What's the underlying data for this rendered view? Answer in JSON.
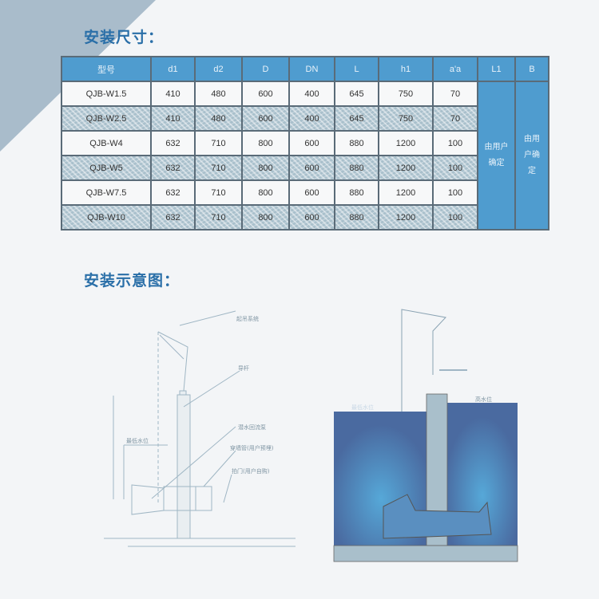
{
  "section1_title": "安装尺寸：",
  "section2_title": "安装示意图：",
  "table": {
    "headers": [
      "型号",
      "d1",
      "d2",
      "D",
      "DN",
      "L",
      "h1",
      "a'a",
      "L1",
      "B"
    ],
    "rows": [
      [
        "QJB-W1.5",
        "410",
        "480",
        "600",
        "400",
        "645",
        "750",
        "70"
      ],
      [
        "QJB-W2.5",
        "410",
        "480",
        "600",
        "400",
        "645",
        "750",
        "70"
      ],
      [
        "QJB-W4",
        "632",
        "710",
        "800",
        "600",
        "880",
        "1200",
        "100"
      ],
      [
        "QJB-W5",
        "632",
        "710",
        "800",
        "600",
        "880",
        "1200",
        "100"
      ],
      [
        "QJB-W7.5",
        "632",
        "710",
        "800",
        "600",
        "880",
        "1200",
        "100"
      ],
      [
        "QJB-W10",
        "632",
        "710",
        "800",
        "600",
        "880",
        "1200",
        "100"
      ]
    ],
    "merged_l1": "由用户确定",
    "merged_b": "由用户确定"
  },
  "diagram_left": {
    "labels": [
      "起吊系统",
      "导杆",
      "潜水回流泵",
      "穿墙管(用户预埋)",
      "拍门(用户自购)",
      "最低水位"
    ]
  },
  "diagram_right": {
    "labels": [
      "最低水位",
      "高水位"
    ]
  },
  "colors": {
    "accent": "#2a6fa8",
    "header": "#4f9ccf",
    "water": "#4a6aa0"
  }
}
